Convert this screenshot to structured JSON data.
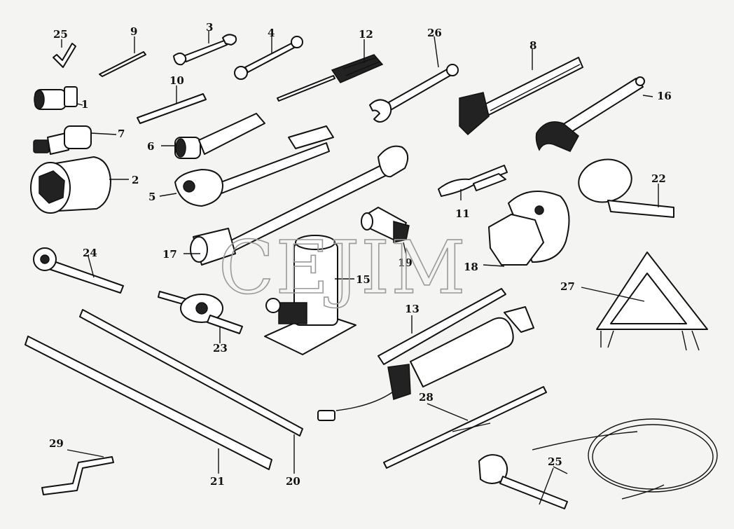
{
  "watermark": "CEJIM",
  "callouts": [
    "25",
    "9",
    "3",
    "4",
    "12",
    "26",
    "8",
    "1",
    "10",
    "16",
    "7",
    "6",
    "2",
    "5",
    "22",
    "11",
    "24",
    "17",
    "19",
    "18",
    "15",
    "27",
    "13",
    "23",
    "28",
    "29",
    "21",
    "20",
    "25"
  ]
}
